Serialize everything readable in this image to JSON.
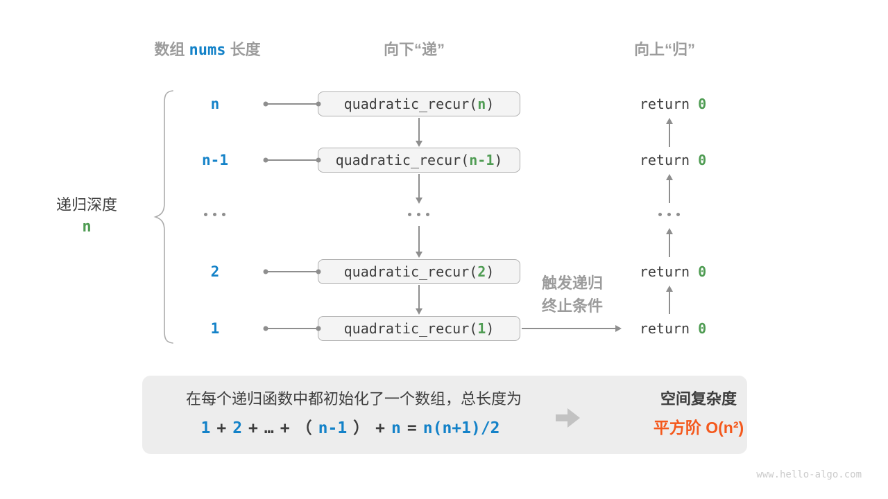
{
  "colors": {
    "blue": "#1482C8",
    "green": "#4F9C53",
    "orange": "#F4581C",
    "header_gray": "#9B9B9B",
    "text_dark": "#3D3D3D",
    "arrow_gray": "#8E8E8E",
    "box_bg": "#F4F4F4",
    "box_border": "#AEAEAE",
    "panel_bg": "#EDEDED"
  },
  "headers": {
    "array_length": {
      "pre": "数组",
      "code": "nums",
      "post": "长度"
    },
    "descend": "向下“递”",
    "ascend": "向上“归”"
  },
  "depth": {
    "label": "递归深度",
    "value": "n"
  },
  "rows": [
    {
      "label": "n",
      "call_pre": "quadratic_recur(",
      "param": "n",
      "call_post": ")",
      "ret_pre": "return ",
      "ret_val": "0"
    },
    {
      "label": "n-1",
      "call_pre": "quadratic_recur(",
      "param": "n-1",
      "call_post": ")",
      "ret_pre": "return ",
      "ret_val": "0"
    },
    {
      "ellipsis": "..."
    },
    {
      "label": "2",
      "call_pre": "quadratic_recur(",
      "param": "2",
      "call_post": ")",
      "ret_pre": "return ",
      "ret_val": "0"
    },
    {
      "label": "1",
      "call_pre": "quadratic_recur(",
      "param": "1",
      "call_post": ")",
      "ret_pre": "return ",
      "ret_val": "0"
    }
  ],
  "trigger": {
    "line1": "触发递归",
    "line2": "终止条件"
  },
  "panel": {
    "line1": "在每个递归函数中都初始化了一个数组，总长度为",
    "formula": [
      "1",
      "+",
      "2",
      "+",
      "…",
      "+",
      "（",
      "n-1",
      "）",
      "+",
      "n",
      "=",
      "n(n+1)/2"
    ],
    "result_title": "空间复杂度",
    "result_value": "平方阶 O(n²)"
  },
  "watermark": "www.hello-algo.com"
}
